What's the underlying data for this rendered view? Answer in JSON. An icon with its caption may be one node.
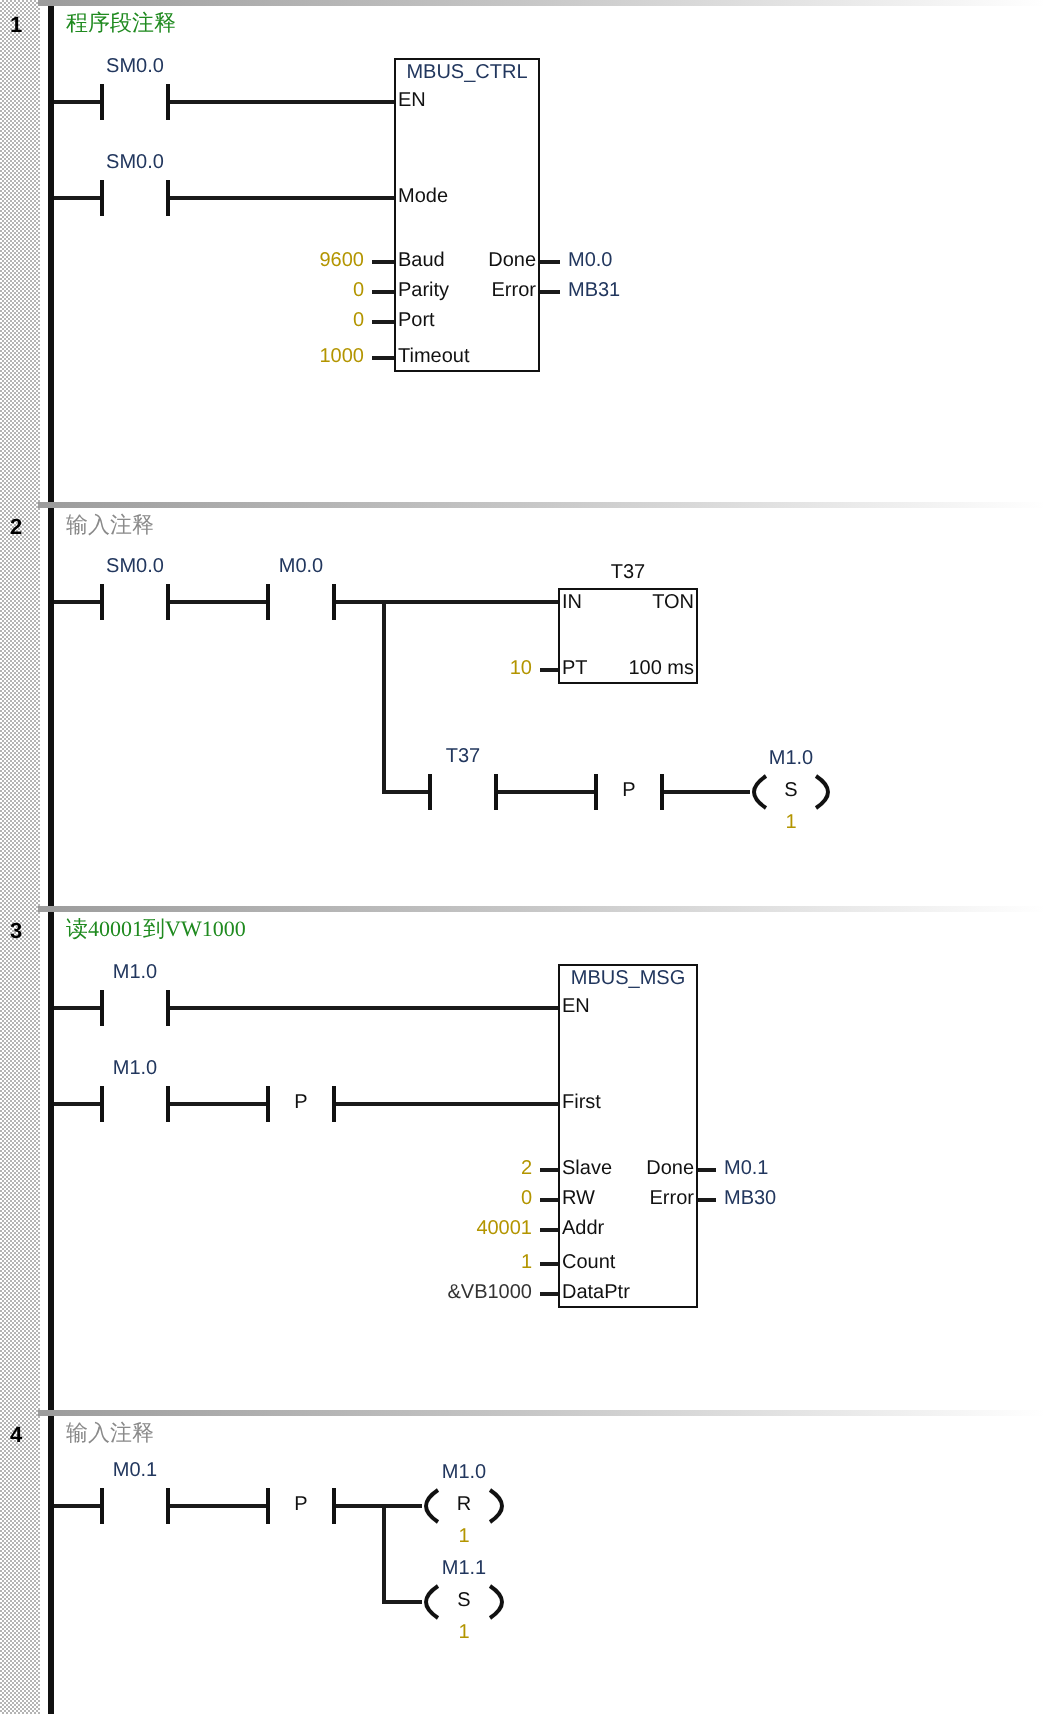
{
  "diagram": {
    "nodes": [
      {
        "text": [
          "1",
          "程序段注释"
        ]
      },
      {
        "text": [],
        "shape": "bar",
        "in": 0
      },
      {
        "text": [
          "SM0.0"
        ],
        "in": 0
      },
      {
        "text": [
          "SM0.0"
        ],
        "in": 0
      },
      {
        "text": [
          "MBUS_CTRL",
          "EN",
          "Mode",
          "Baud",
          "Parity",
          "Port",
          "Timeout",
          "Done",
          "Error"
        ],
        "in": 0
      },
      {
        "text": [
          "9600"
        ],
        "in": 0
      },
      {
        "text": [
          "0"
        ],
        "in": 0
      },
      {
        "text": [
          "0"
        ],
        "in": 0
      },
      {
        "text": [
          "1000"
        ],
        "in": 0
      },
      {
        "text": [
          "M0.0"
        ],
        "in": 0
      },
      {
        "text": [
          "MB31"
        ],
        "in": 0
      },
      {
        "text": [
          "2",
          "输入注释"
        ]
      },
      {
        "text": [],
        "shape": "bar",
        "in": 11
      },
      {
        "text": [
          "SM0.0"
        ],
        "in": 11
      },
      {
        "text": [
          "M0.0"
        ],
        "in": 11
      },
      {
        "text": [
          "T37",
          "IN",
          "TON",
          "PT",
          "100 ms"
        ],
        "in": 11
      },
      {
        "text": [
          "10"
        ],
        "in": 11
      },
      {
        "text": [
          "T37"
        ],
        "in": 11
      },
      {
        "text": [
          "P"
        ],
        "in": 11
      },
      {
        "text": [
          "M1.0",
          "S",
          "1"
        ],
        "in": 11
      },
      {
        "text": [
          "3",
          "读40001到VW1000"
        ]
      },
      {
        "text": [],
        "shape": "bar",
        "in": 20
      },
      {
        "text": [
          "M1.0"
        ],
        "in": 20
      },
      {
        "text": [
          "M1.0"
        ],
        "in": 20
      },
      {
        "text": [
          "P"
        ],
        "in": 20
      },
      {
        "text": [
          "MBUS_MSG",
          "EN",
          "First",
          "Slave",
          "RW",
          "Addr",
          "Count",
          "DataPtr",
          "Done",
          "Error"
        ],
        "in": 20
      },
      {
        "text": [
          "2"
        ],
        "in": 20
      },
      {
        "text": [
          "0"
        ],
        "in": 20
      },
      {
        "text": [
          "40001"
        ],
        "in": 20
      },
      {
        "text": [
          "1"
        ],
        "in": 20
      },
      {
        "text": [
          "&VB1000"
        ],
        "in": 20
      },
      {
        "text": [
          "M0.1"
        ],
        "in": 20
      },
      {
        "text": [
          "MB30"
        ],
        "in": 20
      },
      {
        "text": [
          "4",
          "输入注释"
        ]
      },
      {
        "text": [],
        "shape": "bar",
        "in": 33
      },
      {
        "text": [
          "M0.1"
        ],
        "in": 33
      },
      {
        "text": [
          "P"
        ],
        "in": 33
      },
      {
        "text": [
          "M1.0",
          "R",
          "1"
        ],
        "in": 33
      },
      {
        "text": [
          "M1.1",
          "S",
          "1"
        ],
        "in": 33
      }
    ],
    "edges": [
      {
        "from": 1,
        "to": 2,
        "arrow": "none"
      },
      {
        "from": 2,
        "to": 4,
        "arrow": "none"
      },
      {
        "from": 1,
        "to": 3,
        "arrow": "none"
      },
      {
        "from": 3,
        "to": 4,
        "arrow": "none"
      },
      {
        "from": 5,
        "to": 4,
        "arrow": "none"
      },
      {
        "from": 6,
        "to": 4,
        "arrow": "none"
      },
      {
        "from": 7,
        "to": 4,
        "arrow": "none"
      },
      {
        "from": 8,
        "to": 4,
        "arrow": "none"
      },
      {
        "from": 4,
        "to": 9,
        "arrow": "none"
      },
      {
        "from": 4,
        "to": 10,
        "arrow": "none"
      },
      {
        "from": 12,
        "to": 13,
        "arrow": "none"
      },
      {
        "from": 13,
        "to": 14,
        "arrow": "none"
      },
      {
        "from": 14,
        "to": 15,
        "arrow": "none"
      },
      {
        "from": 14,
        "to": 17,
        "arrow": "none"
      },
      {
        "from": 16,
        "to": 15,
        "arrow": "none"
      },
      {
        "from": 17,
        "to": 18,
        "arrow": "none"
      },
      {
        "from": 18,
        "to": 19,
        "arrow": "none"
      },
      {
        "from": 21,
        "to": 22,
        "arrow": "none"
      },
      {
        "from": 22,
        "to": 25,
        "arrow": "none"
      },
      {
        "from": 21,
        "to": 23,
        "arrow": "none"
      },
      {
        "from": 23,
        "to": 24,
        "arrow": "none"
      },
      {
        "from": 24,
        "to": 25,
        "arrow": "none"
      },
      {
        "from": 26,
        "to": 25,
        "arrow": "none"
      },
      {
        "from": 27,
        "to": 25,
        "arrow": "none"
      },
      {
        "from": 28,
        "to": 25,
        "arrow": "none"
      },
      {
        "from": 29,
        "to": 25,
        "arrow": "none"
      },
      {
        "from": 30,
        "to": 25,
        "arrow": "none"
      },
      {
        "from": 25,
        "to": 31,
        "arrow": "none"
      },
      {
        "from": 25,
        "to": 32,
        "arrow": "none"
      },
      {
        "from": 34,
        "to": 35,
        "arrow": "none"
      },
      {
        "from": 35,
        "to": 36,
        "arrow": "none"
      },
      {
        "from": 36,
        "to": 37,
        "arrow": "none"
      },
      {
        "from": 36,
        "to": 38,
        "arrow": "none"
      }
    ]
  }
}
